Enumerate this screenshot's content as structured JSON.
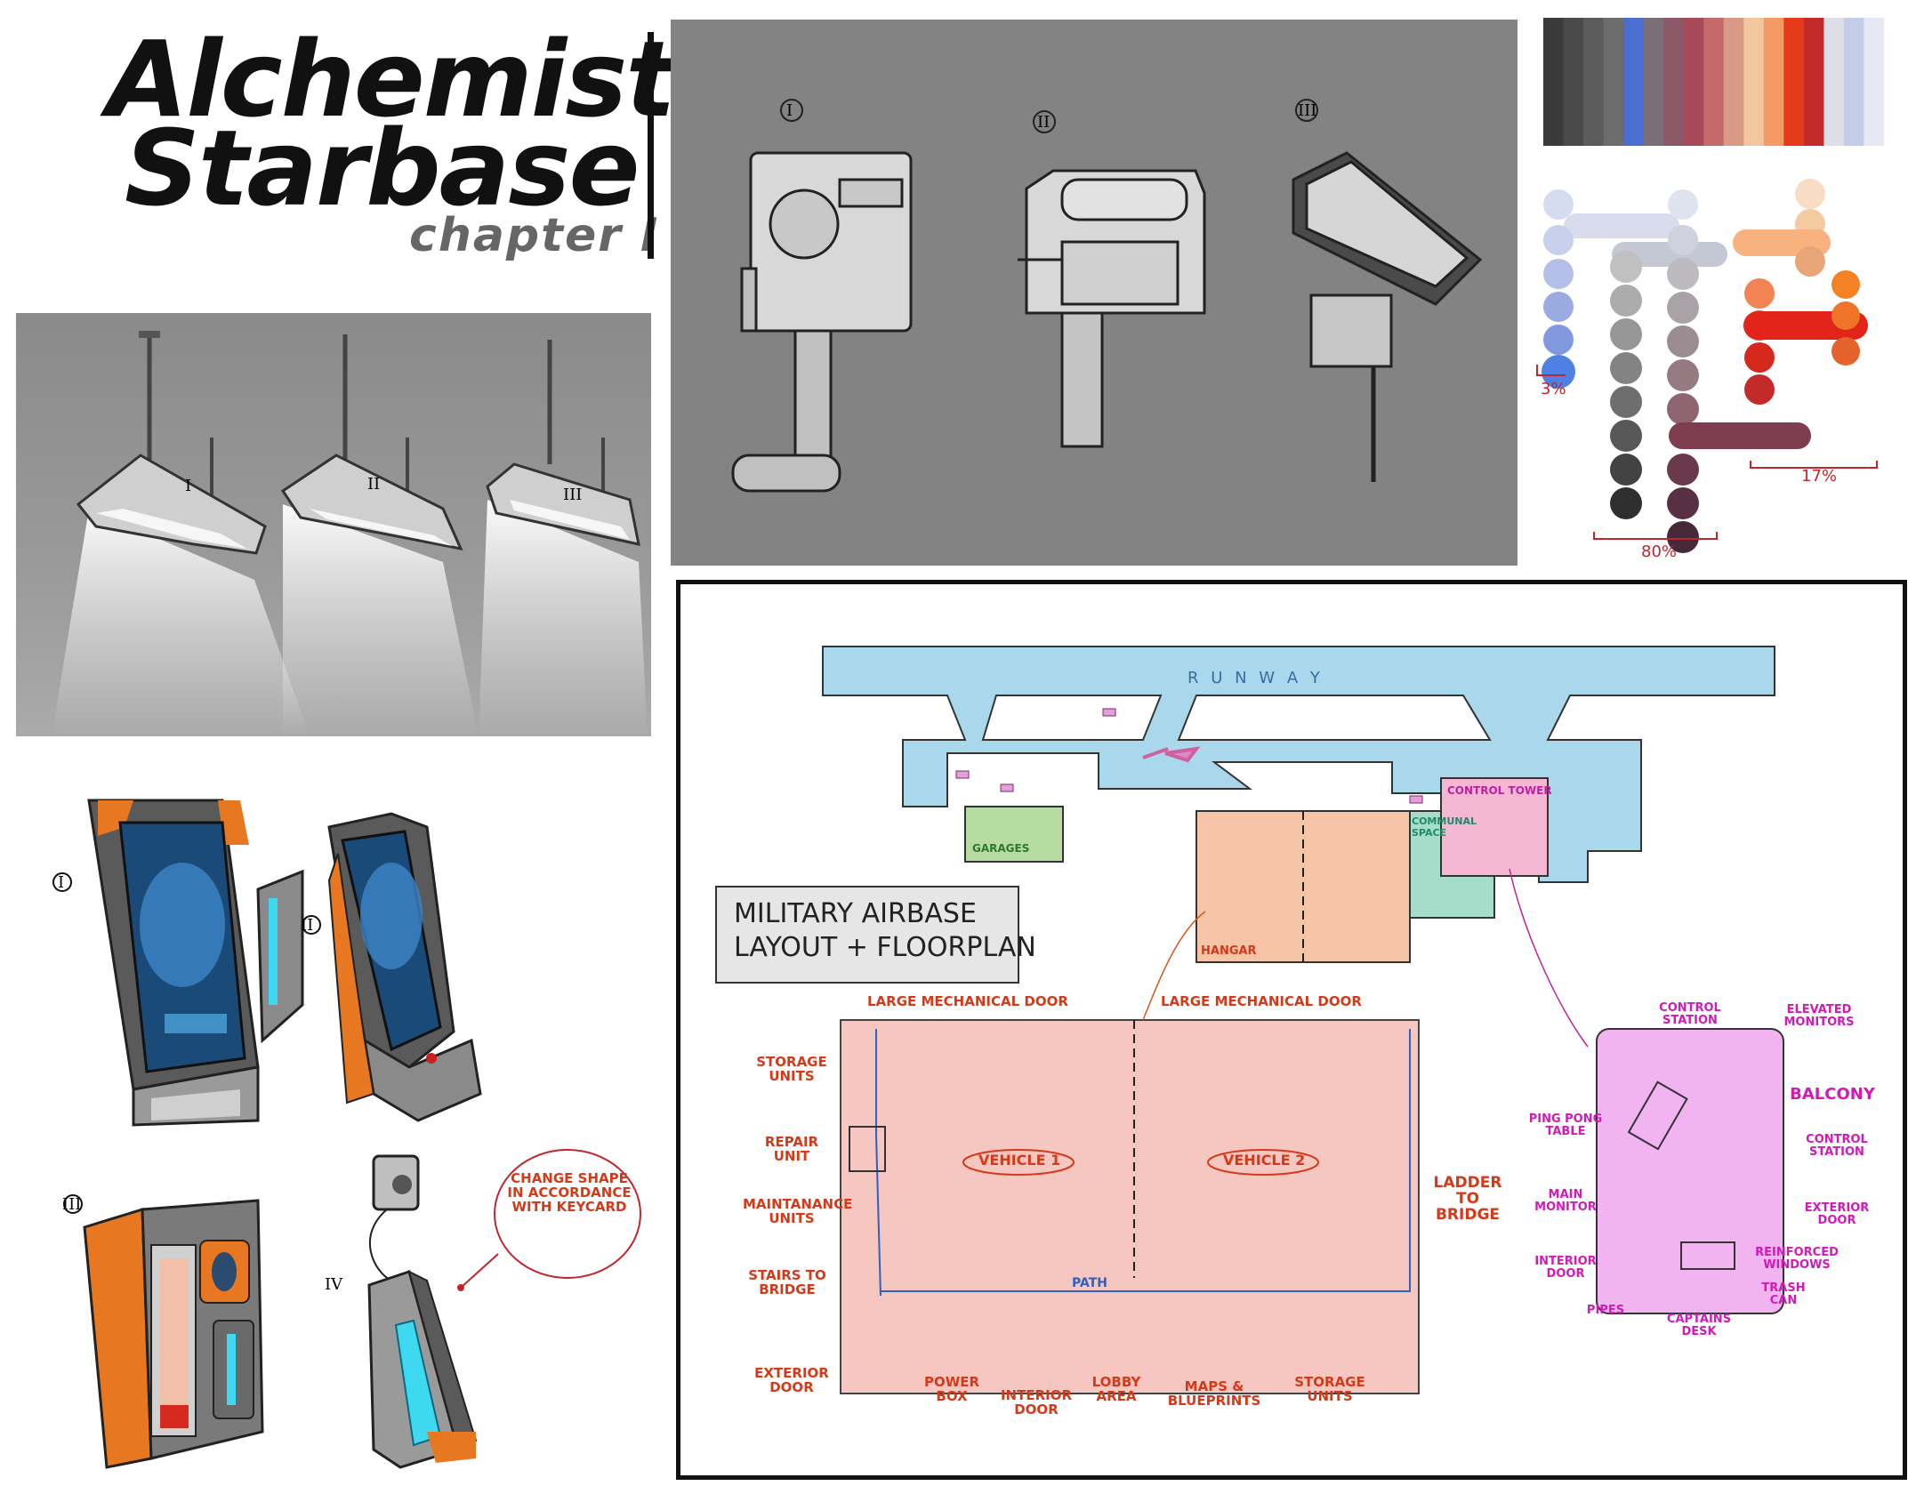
{
  "title": {
    "line1": "Alchemist",
    "line2": "Starbase",
    "chapter": "chapter I"
  },
  "roman": {
    "i": "I",
    "ii": "II",
    "iii": "III",
    "iv": "IV"
  },
  "palette": {
    "strip": [
      "#3a3a3a",
      "#4a4a4a",
      "#5c5c5c",
      "#6c6c6c",
      "#4a6fd0",
      "#7a6e78",
      "#8c5868",
      "#a84858",
      "#c56a6a",
      "#d89a84",
      "#f1c7a0",
      "#f49a62",
      "#e43a1a",
      "#c22a2a",
      "#dcdde6",
      "#c6cde8",
      "#e6e9f4"
    ],
    "pct_blue": "3%",
    "pct_gray": "80%",
    "pct_warm": "17%"
  },
  "keycard": {
    "callout": "CHANGE SHAPE IN ACCORDANCE WITH KEYCARD"
  },
  "floorplan": {
    "title_line1": "MILITARY AIRBASE",
    "title_line2": "LAYOUT + FLOORPLAN",
    "runway": "R U N W A Y",
    "garages": "GARAGES",
    "communal": "COMMUNAL SPACE",
    "control_tower": "CONTROL TOWER",
    "hangar": "HANGAR",
    "door_left": "LARGE MECHANICAL DOOR",
    "door_right": "LARGE MECHANICAL DOOR",
    "vehicle1": "VEHICLE 1",
    "vehicle2": "VEHICLE 2",
    "path": "PATH",
    "labels_left": [
      "STORAGE UNITS",
      "REPAIR UNIT",
      "MAINTANANCE UNITS",
      "STAIRS TO BRIDGE",
      "EXTERIOR DOOR"
    ],
    "labels_bottom": [
      "POWER BOX",
      "INTERIOR DOOR",
      "LOBBY AREA",
      "MAPS & BLUEPRINTS",
      "STORAGE UNITS"
    ],
    "ladder": "LADDER TO BRIDGE",
    "tower_labels": {
      "control_station_top": "CONTROL STATION",
      "elevated_monitors": "ELEVATED MONITORS",
      "balcony": "BALCONY",
      "control_station_right": "CONTROL STATION",
      "exterior_door": "EXTERIOR DOOR",
      "reinforced_windows": "REINFORCED WINDOWS",
      "trash_can": "TRASH CAN",
      "captains_desk": "CAPTAINS DESK",
      "pipes": "PIPES",
      "interior_door": "INTERIOR DOOR",
      "main_monitor": "MAIN MONITOR",
      "ping_pong": "PING PONG TABLE"
    }
  }
}
